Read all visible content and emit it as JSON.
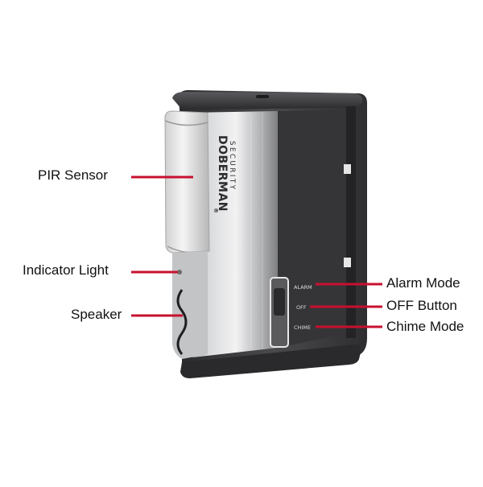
{
  "brand": {
    "name_line": "DOBERMAN",
    "registered_mark": "®",
    "sub_line": "SECURITY"
  },
  "switch": {
    "alarm_label": "ALARM",
    "off_label": "OFF",
    "chime_label": "CHIME"
  },
  "callouts": {
    "pir_sensor": "PIR Sensor",
    "indicator_light": "Indicator Light",
    "speaker": "Speaker",
    "alarm_mode": "Alarm Mode",
    "off_button": "OFF Button",
    "chime_mode": "Chime Mode"
  },
  "colors": {
    "leader_line": "#c8102e",
    "body_dark": "#3a3a3c",
    "body_silver": "#b8b9bb"
  }
}
